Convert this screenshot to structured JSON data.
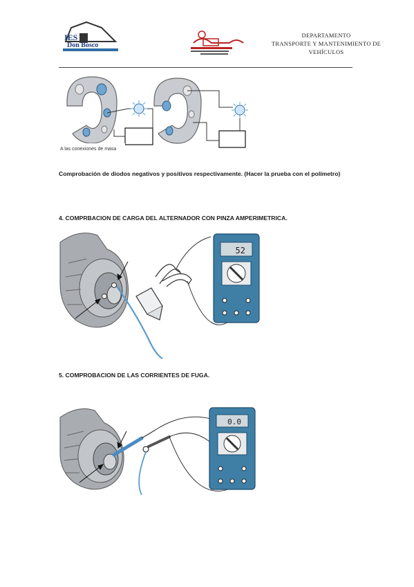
{
  "header": {
    "logo_left_line1": "IES",
    "logo_left_line2": "Don Bosco",
    "department_line1": "DEPARTAMENTO",
    "department_line2": "TRANSPORTE Y MANTENIMIENTO DE VEHÍCULOS"
  },
  "figure1": {
    "label": "A las conexiones de masa"
  },
  "caption": "Comprobación de diodos negativos y positivos respectivamente. (Hacer la prueba con el polímetro)",
  "section4": {
    "heading": "4. COMPRBACION DE CARGA DEL ALTERNADOR CON PINZA AMPERIMETRICA.",
    "display_value": "52"
  },
  "section5": {
    "heading": "5. COMPROBACION DE LAS CORRIENTES DE FUGA.",
    "display_value": "0.0"
  },
  "colors": {
    "blue_accent": "#2e6da4",
    "meter_body": "#3f7fa6",
    "metal": "#b8bcc0"
  }
}
